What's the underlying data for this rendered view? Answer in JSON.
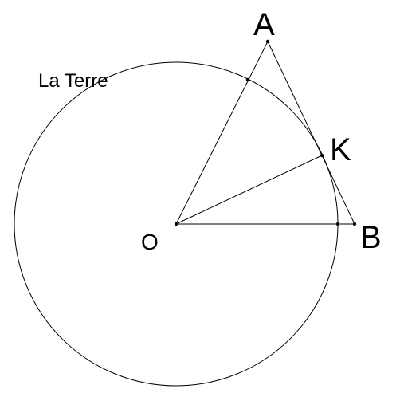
{
  "labels": {
    "earth": "La Terre",
    "center": "O",
    "apex": "A",
    "tangent_point": "K",
    "base_point": "B"
  },
  "colors": {
    "ink": "#000000",
    "background": "#ffffff"
  }
}
